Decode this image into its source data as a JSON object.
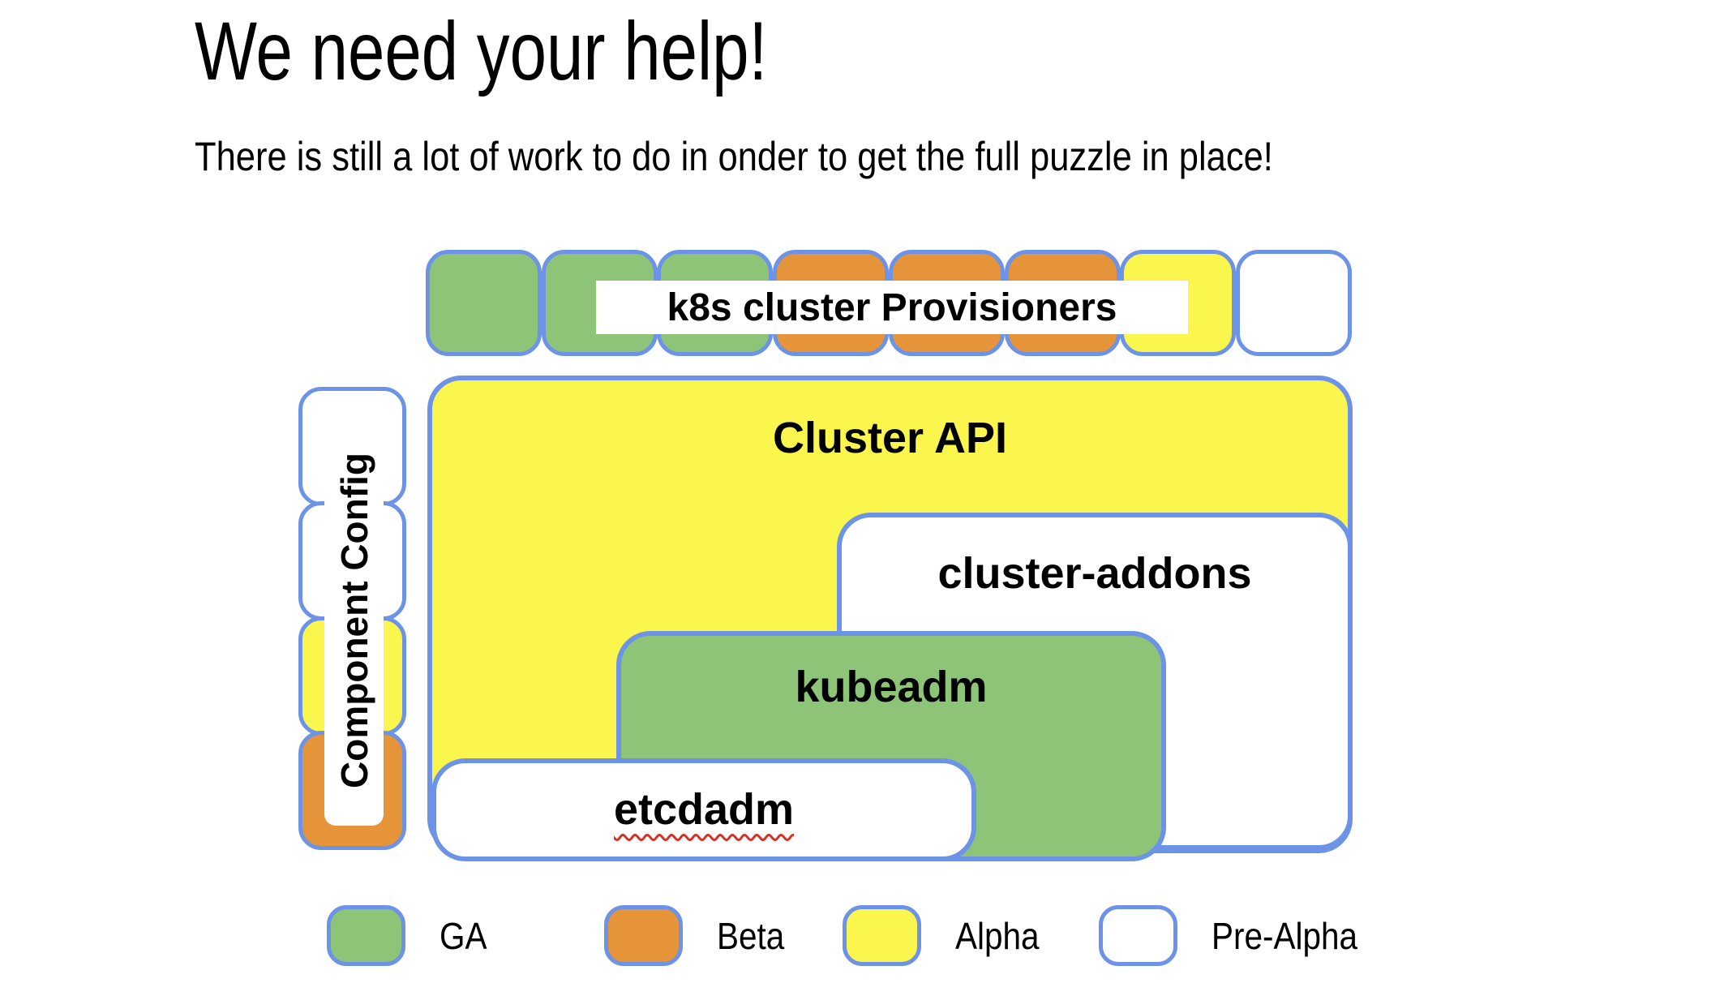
{
  "slide": {
    "title": "We need your help!",
    "subtitle": "There is still a lot of work to do in onder to get the full puzzle in place!"
  },
  "colors": {
    "ga": "#8DC478",
    "beta": "#E6943A",
    "alpha": "#FAF64D",
    "pre_alpha": "#FFFFFF",
    "border_blue": "#6D93E8",
    "squiggle_red": "#D93025",
    "text": "#000000",
    "background": "#FFFFFF"
  },
  "diagram": {
    "top_row": {
      "label": "k8s cluster Provisioners",
      "pieces": [
        {
          "status": "ga"
        },
        {
          "status": "ga"
        },
        {
          "status": "ga"
        },
        {
          "status": "beta"
        },
        {
          "status": "beta"
        },
        {
          "status": "beta"
        },
        {
          "status": "alpha"
        },
        {
          "status": "pre_alpha"
        }
      ]
    },
    "left_column": {
      "label": "Component Config",
      "pieces": [
        {
          "status": "pre_alpha"
        },
        {
          "status": "pre_alpha"
        },
        {
          "status": "alpha"
        },
        {
          "status": "beta"
        }
      ]
    },
    "boxes": [
      {
        "id": "cluster-api",
        "label": "Cluster API",
        "status": "alpha"
      },
      {
        "id": "cluster-addons",
        "label": "cluster-addons",
        "status": "pre_alpha"
      },
      {
        "id": "kubeadm",
        "label": "kubeadm",
        "status": "ga"
      },
      {
        "id": "etcdadm",
        "label": "etcdadm",
        "status": "pre_alpha",
        "misspelled": true
      }
    ]
  },
  "legend": {
    "items": [
      {
        "label": "GA",
        "status": "ga"
      },
      {
        "label": "Beta",
        "status": "beta"
      },
      {
        "label": "Alpha",
        "status": "alpha"
      },
      {
        "label": "Pre-Alpha",
        "status": "pre_alpha"
      }
    ]
  }
}
